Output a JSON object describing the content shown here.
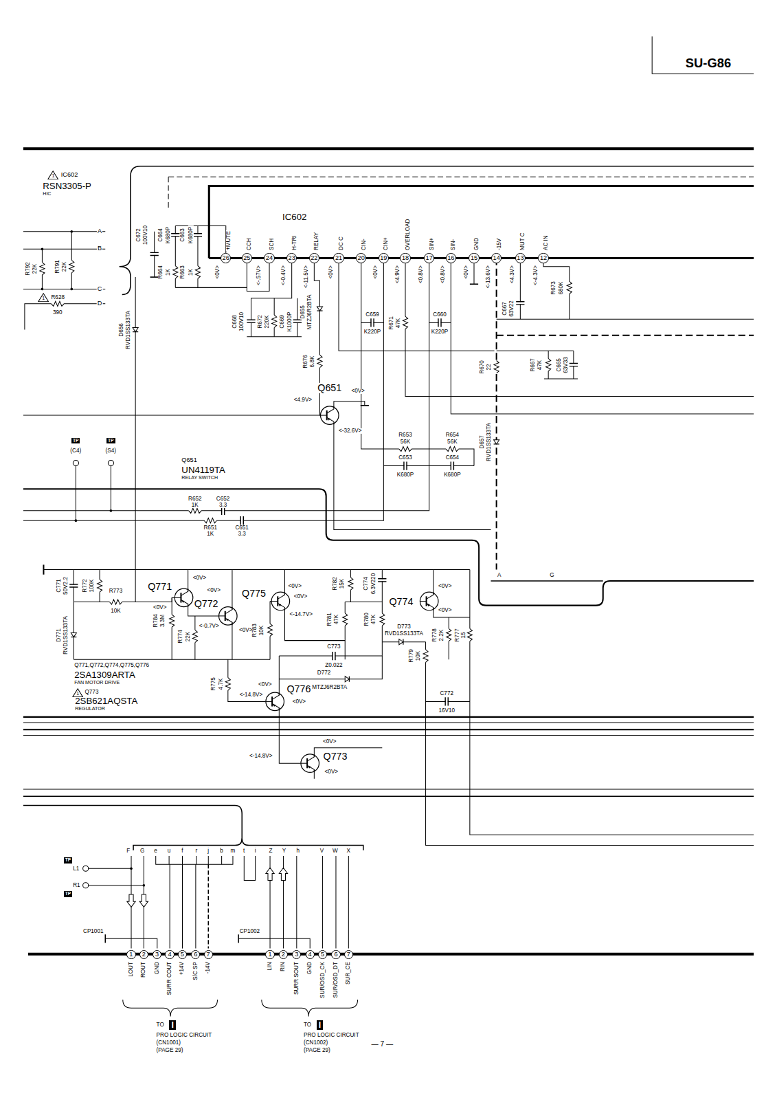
{
  "diagram": {
    "nodes": [
      {
        "text": [
          "1"
        ]
      },
      {
        "text": [
          "26"
        ]
      },
      {
        "text": [
          "25"
        ]
      },
      {
        "text": [
          "24"
        ]
      },
      {
        "text": [
          "23"
        ]
      },
      {
        "text": [
          "22"
        ]
      },
      {
        "text": [
          "21"
        ]
      },
      {
        "text": [
          "20"
        ]
      },
      {
        "text": [
          "19"
        ]
      },
      {
        "text": [
          "18"
        ]
      },
      {
        "text": [
          "17"
        ]
      },
      {
        "text": [
          "16"
        ]
      },
      {
        "text": [
          "15"
        ]
      },
      {
        "text": [
          "14"
        ]
      },
      {
        "text": [
          "13"
        ]
      },
      {
        "text": [
          "12"
        ]
      },
      {
        "text": [
          "1"
        ]
      },
      {
        "text": [
          "TP"
        ]
      },
      {
        "text": [
          "TP"
        ]
      },
      {
        "text": [
          "1"
        ]
      },
      {
        "text": [
          "TP"
        ]
      },
      {
        "text": [
          "TP"
        ]
      },
      {
        "text": [
          "1"
        ]
      },
      {
        "text": [
          "2"
        ]
      },
      {
        "text": [
          "3"
        ]
      },
      {
        "text": [
          "4"
        ]
      },
      {
        "text": [
          "5"
        ]
      },
      {
        "text": [
          "6"
        ]
      },
      {
        "text": [
          "7"
        ]
      },
      {
        "text": [
          "1"
        ]
      },
      {
        "text": [
          "2"
        ]
      },
      {
        "text": [
          "3"
        ]
      },
      {
        "text": [
          "4"
        ]
      },
      {
        "text": [
          "5"
        ]
      },
      {
        "text": [
          "6"
        ]
      },
      {
        "text": [
          "7"
        ]
      },
      {
        "text": [
          "I"
        ]
      },
      {
        "text": [
          "I"
        ]
      }
    ],
    "labels": [
      "SU-G86",
      "IC602",
      "RSN3305-P",
      "HIC",
      "IC602",
      "+MUTE",
      "CCH",
      "SCH",
      "H-TRI",
      "RELAY",
      "DC C",
      "CIN-",
      "CIN+",
      "OVERLOAD",
      "SIN+",
      "SIN-",
      "GND",
      "-15V",
      "MUT C",
      "AC IN",
      "<0V>",
      "<-.57V>",
      "<-0.4V>",
      "<-11.5V>",
      "<0V>",
      "<0V>",
      "<4.9V>",
      "<0.8V>",
      "<0.8V>",
      "<0V>",
      "<-13.6V>",
      "<4.3V>",
      "<-4.3V>",
      "A",
      "B",
      "C",
      "D",
      "R792",
      "22K",
      "R791",
      "22K",
      "R628",
      "390",
      "C672",
      "100V10",
      "C664",
      "K680P",
      "C663",
      "K680P",
      "R664",
      "1K",
      "R663",
      "1K",
      "C668",
      "100V10",
      "R672",
      "220K",
      "C669",
      "K1000P",
      "D655",
      "MTZJ6R2BTA",
      "C659",
      "K220P",
      "R671",
      "47K",
      "C660",
      "K220P",
      "C667",
      "63V22",
      "R673",
      "680K",
      "R676",
      "6.8K",
      "R670",
      "22",
      "R667",
      "47K",
      "C665",
      "63V33",
      "D656",
      "RVD1SS133TA",
      "Q651",
      "<0V>",
      "<4.9V>",
      "<-32.6V>",
      "R653",
      "56K",
      "R654",
      "56K",
      "C653",
      "K680P",
      "C654",
      "K680P",
      "D657",
      "RVD1SS133TA",
      "(C4)",
      "(S4)",
      "Q651",
      "UN4119TA",
      "RELAY SWITCH",
      "R652",
      "1K",
      "C652",
      "3.3",
      "R651",
      "1K",
      "C651",
      "3.3",
      "A",
      "G",
      "C771",
      "50V2.2",
      "R772",
      "100K",
      "R773",
      "10K",
      "Q771",
      "<0V>",
      "<0V>",
      "Q772",
      "<0V>",
      "<-0.7V>",
      "<0V>",
      "R784",
      "3.3M",
      "R774",
      "22K",
      "Q775",
      "<0V>",
      "<0V>",
      "<-14.7V>",
      "R783",
      "10K",
      "R782",
      "15K",
      "C774",
      "6.3V220",
      "R781",
      "47K",
      "R780",
      "47K",
      "D773",
      "RVD1SS133TA",
      "Q774",
      "<0V>",
      "<0V>",
      "R778",
      "2.2K",
      "R777",
      "15",
      "R779",
      "10K",
      "C773",
      "Z0.022",
      "D772",
      "MTZJ6R2BTA",
      "C772",
      "16V10",
      "R775",
      "4.7K",
      "D771",
      "RVD1SS133TA",
      "Q771,Q772,Q774,Q775,Q776",
      "2SA1309ARTA",
      "FAN MOTOR DRIVE",
      "Q773",
      "2SB621AQSTA",
      "REGULATOR",
      "Q776",
      "<0V>",
      "<-14.8V>",
      "<0V>",
      "<0V>",
      "Q773",
      "<-14.8V>",
      "<0V>",
      "F",
      "G",
      "e",
      "u",
      "f",
      "r",
      "j",
      "b",
      "m",
      "t",
      "i",
      "Z",
      "Y",
      "h",
      "V",
      "W",
      "X",
      "L1",
      "R1",
      "CP1001",
      "CP1002",
      "LOUT",
      "ROUT",
      "GND",
      "SURR COUT",
      "+14V",
      "S/C SP",
      "-14V",
      "LIN",
      "RIN",
      "SURR SOUT",
      "GND",
      "SUR/OSD_CK",
      "SUR/OSD_DT",
      "SUR_CE",
      "TO",
      "PRO LOGIC CIRCUIT",
      "(CN1001)",
      "(PAGE 29)",
      "TO",
      "PRO LOGIC CIRCUIT",
      "(CN1002)",
      "(PAGE 29)",
      "— 7 —"
    ]
  }
}
